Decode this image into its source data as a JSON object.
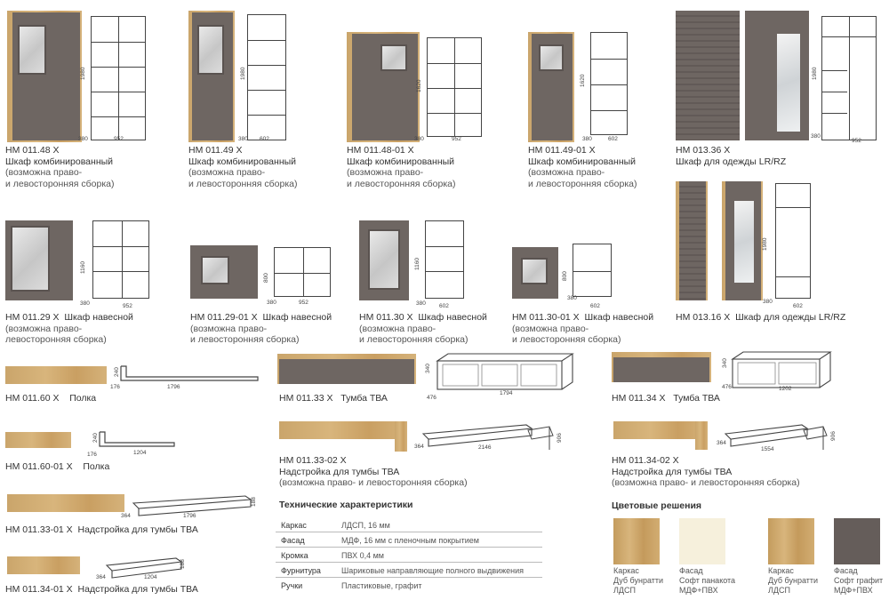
{
  "products": [
    {
      "code": "НМ 011.48 Х",
      "name": "Шкаф комбинированный",
      "note1": "(возможна право-",
      "note2": "и левосторонняя сборка)",
      "dims": [
        "1980",
        "380",
        "952"
      ]
    },
    {
      "code": "НМ 011.49 Х",
      "name": "Шкаф комбинированный",
      "note1": "(возможна право-",
      "note2": "и левосторонняя сборка)",
      "dims": [
        "1980",
        "380",
        "602"
      ]
    },
    {
      "code": "НМ 011.48-01 Х",
      "name": "Шкаф комбинированный",
      "note1": "(возможна право-",
      "note2": "и левосторонняя сборка)",
      "dims": [
        "1620",
        "380",
        "952"
      ]
    },
    {
      "code": "НМ 011.49-01 Х",
      "name": "Шкаф комбинированный",
      "note1": "(возможна право-",
      "note2": "и левосторонняя сборка)",
      "dims": [
        "1620",
        "380",
        "602"
      ]
    },
    {
      "code": "НМ 013.36 Х",
      "name": "Шкаф для одежды LR/RZ",
      "dims": [
        "1980",
        "380",
        "952"
      ]
    },
    {
      "code": "НМ 011.29 Х",
      "name": "Шкаф навесной",
      "note1": "(возможна право-",
      "note2": "левосторонняя сборка)",
      "dims": [
        "1160",
        "380",
        "952"
      ]
    },
    {
      "code": "НМ 011.29-01 Х",
      "name": "Шкаф навесной",
      "note1": "(возможна право-",
      "note2": "и левосторонняя сборка)",
      "dims": [
        "800",
        "380",
        "952"
      ]
    },
    {
      "code": "НМ 011.30 Х",
      "name": "Шкаф навесной",
      "note1": "(возможна право-",
      "note2": "и левосторонняя сборка)",
      "dims": [
        "1160",
        "380",
        "602"
      ]
    },
    {
      "code": "НМ 011.30-01 Х",
      "name": "Шкаф навесной",
      "note1": "(возможна право-",
      "note2": "и левосторонняя сборка)",
      "dims": [
        "800",
        "380",
        "602"
      ]
    },
    {
      "code": "НМ 013.16 Х",
      "name": "Шкаф для одежды LR/RZ",
      "dims": [
        "1980",
        "380",
        "602"
      ]
    },
    {
      "code": "НМ 011.60 Х",
      "name": "Полка",
      "dims": [
        "240",
        "176",
        "1796"
      ]
    },
    {
      "code": "НМ 011.60-01 Х",
      "name": "Полка",
      "dims": [
        "240",
        "176",
        "1204"
      ]
    },
    {
      "code": "НМ 011.33-01 Х",
      "name": "Надстройка для тумбы ТВА",
      "dims": [
        "188",
        "364",
        "1796"
      ]
    },
    {
      "code": "НМ 011.34-01 Х",
      "name": "Надстройка для тумбы ТВА",
      "dims": [
        "188",
        "364",
        "1204"
      ]
    },
    {
      "code": "НМ 011.33 Х",
      "name": "Тумба ТВА",
      "dims": [
        "340",
        "476",
        "1794"
      ]
    },
    {
      "code": "НМ 011.33-02 Х",
      "name": "Надстройка для тумбы ТВА",
      "note1": "(возможна право- и левосторонняя сборка)",
      "dims": [
        "906",
        "364",
        "2146"
      ]
    },
    {
      "code": "НМ 011.34 Х",
      "name": "Тумба ТВА",
      "dims": [
        "340",
        "476",
        "1202"
      ]
    },
    {
      "code": "НМ 011.34-02 Х",
      "name": "Надстройка для тумбы ТВА",
      "note1": "(возможна право- и левосторонняя сборка)",
      "dims": [
        "906",
        "364",
        "1554"
      ]
    }
  ],
  "tech": {
    "title": "Технические характеристики",
    "rows": [
      {
        "k": "Каркас",
        "v": "ЛДСП, 16 мм"
      },
      {
        "k": "Фасад",
        "v": "МДФ, 16 мм с пленочным покрытием"
      },
      {
        "k": "Кромка",
        "v": "ПВХ 0,4 мм"
      },
      {
        "k": "Фурнитура",
        "v": "Шариковые направляющие полного выдвижения"
      },
      {
        "k": "Ручки",
        "v": "Пластиковые, графит"
      }
    ]
  },
  "colors": {
    "title": "Цветовые решения",
    "swatches": [
      {
        "l1": "Каркас",
        "l2": "Дуб бунратти",
        "l3": "ЛДСП",
        "color": "#c9a469"
      },
      {
        "l1": "Фасад",
        "l2": "Софт панакота",
        "l3": "МДФ+ПВХ",
        "color": "#f6f0dc"
      },
      {
        "l1": "Каркас",
        "l2": "Дуб бунратти",
        "l3": "ЛДСП",
        "color": "#c9a469"
      },
      {
        "l1": "Фасад",
        "l2": "Софт графит",
        "l3": "МДФ+ПВХ",
        "color": "#655d5a"
      }
    ]
  }
}
